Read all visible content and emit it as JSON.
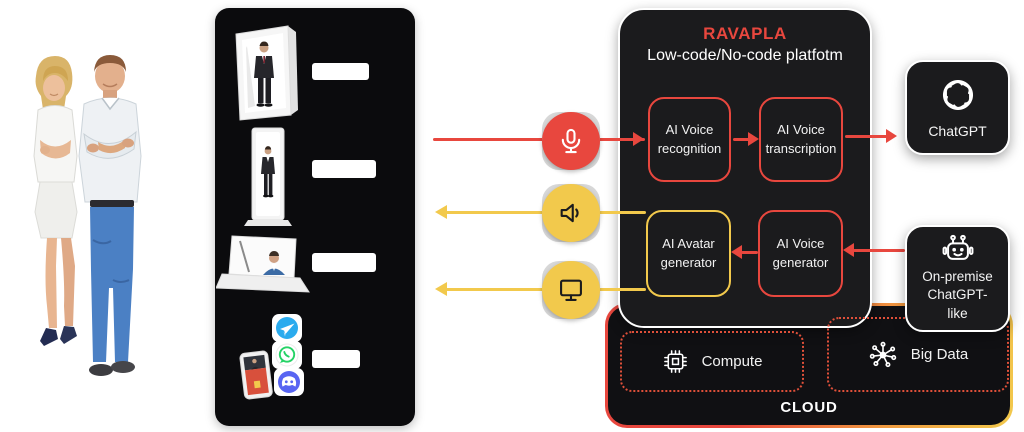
{
  "platform": {
    "title": "RAVAPLA",
    "subtitle": "Low-code/No-code platfotm",
    "boxes": {
      "recognition": {
        "line1": "AI Voice",
        "line2": "recognition"
      },
      "transcription": {
        "line1": "AI Voice",
        "line2": "transcription"
      },
      "avatar": {
        "line1": "AI Avatar",
        "line2": "generator"
      },
      "voice": {
        "line1": "AI Voice",
        "line2": "generator"
      }
    }
  },
  "right": {
    "chatgpt_label": "ChatGPT",
    "onprem_line1": "On-premise",
    "onprem_line2": "ChatGPT-",
    "onprem_line3": "like"
  },
  "cloud": {
    "compute_label": "Compute",
    "bigdata_label": "Big Data",
    "cloud_label": "CLOUD"
  },
  "icons": {
    "voice_input": "mic-icon",
    "audio_output": "speaker-icon",
    "video_output": "monitor-icon",
    "chatgpt": "openai-logo-icon",
    "onprem": "robot-icon",
    "compute": "chip-icon",
    "bigdata": "network-icon",
    "messengers": [
      "telegram-icon",
      "whatsapp-icon",
      "discord-icon"
    ]
  },
  "colors": {
    "red": "#E8473E",
    "yellow": "#F2C94C",
    "panel_bg": "#1B1B1D",
    "column_bg": "#0B0B0D",
    "telegram": "#2AABEE",
    "whatsapp": "#25D366",
    "discord": "#5865F2",
    "cloud_border_start": "#E8473E",
    "cloud_border_end": "#F2C94C"
  }
}
